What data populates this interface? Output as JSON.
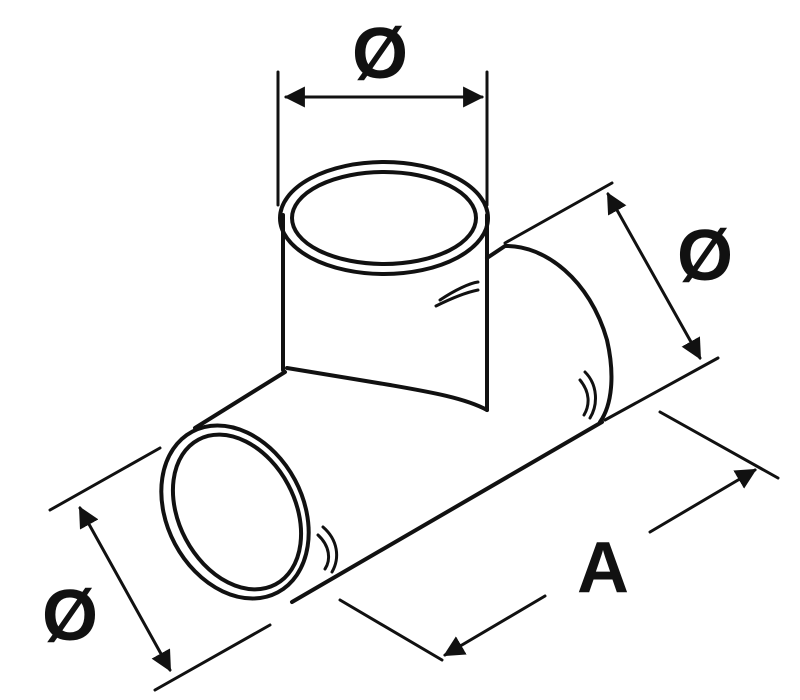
{
  "diagram": {
    "labels": {
      "top_diameter": "Ø",
      "right_diameter": "Ø",
      "left_diameter": "Ø",
      "length": "A"
    },
    "colors": {
      "stroke": "#111111",
      "background": "#ffffff"
    }
  }
}
